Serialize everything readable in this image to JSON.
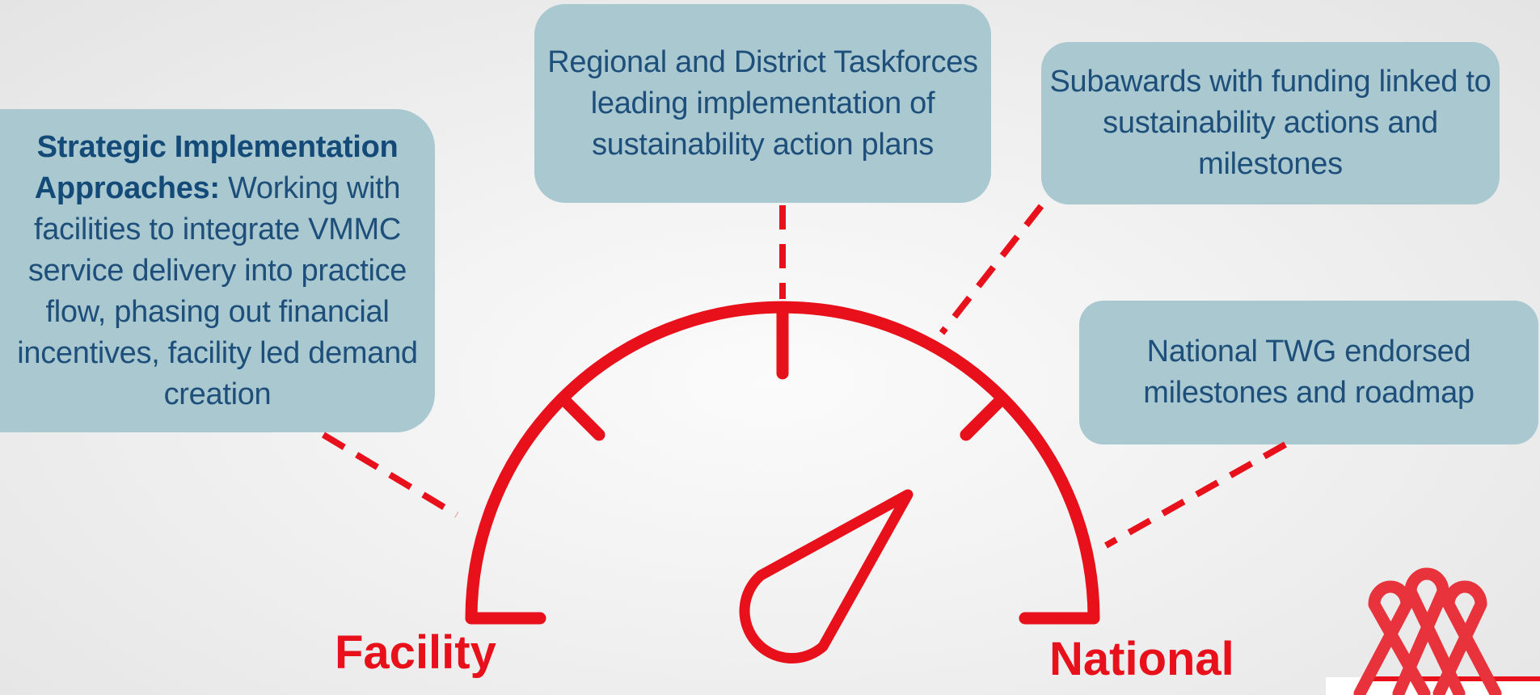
{
  "boxes": {
    "strategic": {
      "bold": "Strategic Implementation Approaches:",
      "text": " Working with facilities to integrate VMMC service delivery into practice flow, phasing out financial incentives, facility led demand creation"
    },
    "regional": {
      "text": "Regional and District Taskforces leading implementation of sustainability action plans"
    },
    "subawards": {
      "text": "Subawards with funding linked to sustainability actions and milestones"
    },
    "twg": {
      "text": "National TWG endorsed milestones and roadmap"
    }
  },
  "gauge": {
    "left_label": "Facility",
    "right_label": "National",
    "accent_color": "#e8101a",
    "box_color": "#a9c8d0",
    "text_color": "#1d4f7a"
  },
  "logo": {
    "icon": "awareness-ribbons-logo"
  }
}
